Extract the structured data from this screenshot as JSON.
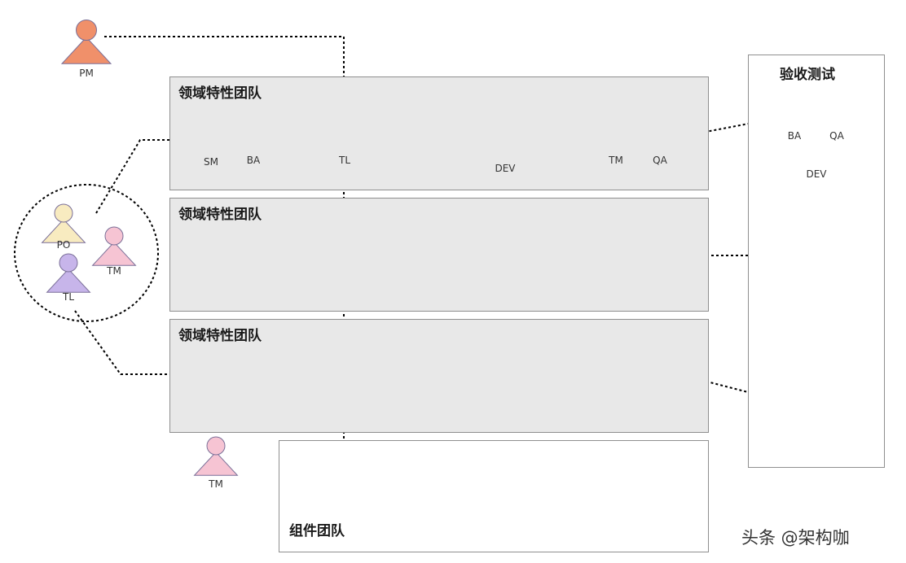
{
  "domain_team_title": "领域特性团队",
  "component_team_title": "组件团队",
  "acceptance_title": "验收测试",
  "roles": {
    "pm": "PM",
    "sm": "SM",
    "ba": "BA",
    "tl": "TL",
    "dev": "DEV",
    "tm": "TM",
    "qa": "QA",
    "po": "PO"
  },
  "credit": "头条 @架构咖",
  "colors": {
    "pm": "#f0906a",
    "sm": "#bfe6f4",
    "ba": "#c7d6f2",
    "tl": "#c7b5ea",
    "dev": "#eec4ea",
    "tm": "#f6c4d3",
    "qa": "#f6bfd0",
    "po": "#f8ebc0",
    "panel": "#e8e8e8"
  }
}
